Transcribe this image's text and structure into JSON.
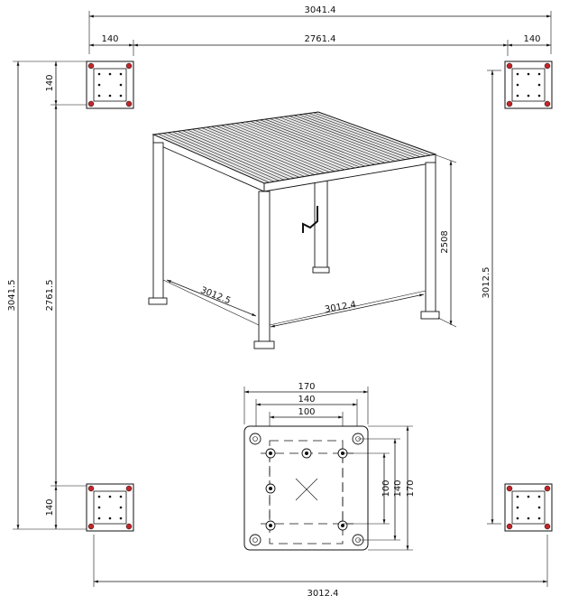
{
  "dimensions": {
    "overall_top_width": "3041.4",
    "plate_top_left_width": "140",
    "span_top": "2761.4",
    "plate_top_right_width": "140",
    "overall_left_height": "3041.5",
    "plate_left_top_height": "140",
    "span_left": "2761.5",
    "plate_left_bottom_height": "140",
    "right_side_depth": "3012.5",
    "bottom_width": "3012.4",
    "pergola_side_length": "3012.5",
    "pergola_front_length": "3012.4",
    "pergola_height": "2508",
    "detail_width_outer": "170",
    "detail_width_mid": "140",
    "detail_width_inner": "100",
    "detail_height_outer": "170",
    "detail_height_mid": "140",
    "detail_height_inner": "100"
  },
  "colors": {
    "line": "#111111",
    "hole_marker": "#c0262a",
    "background": "#ffffff"
  }
}
